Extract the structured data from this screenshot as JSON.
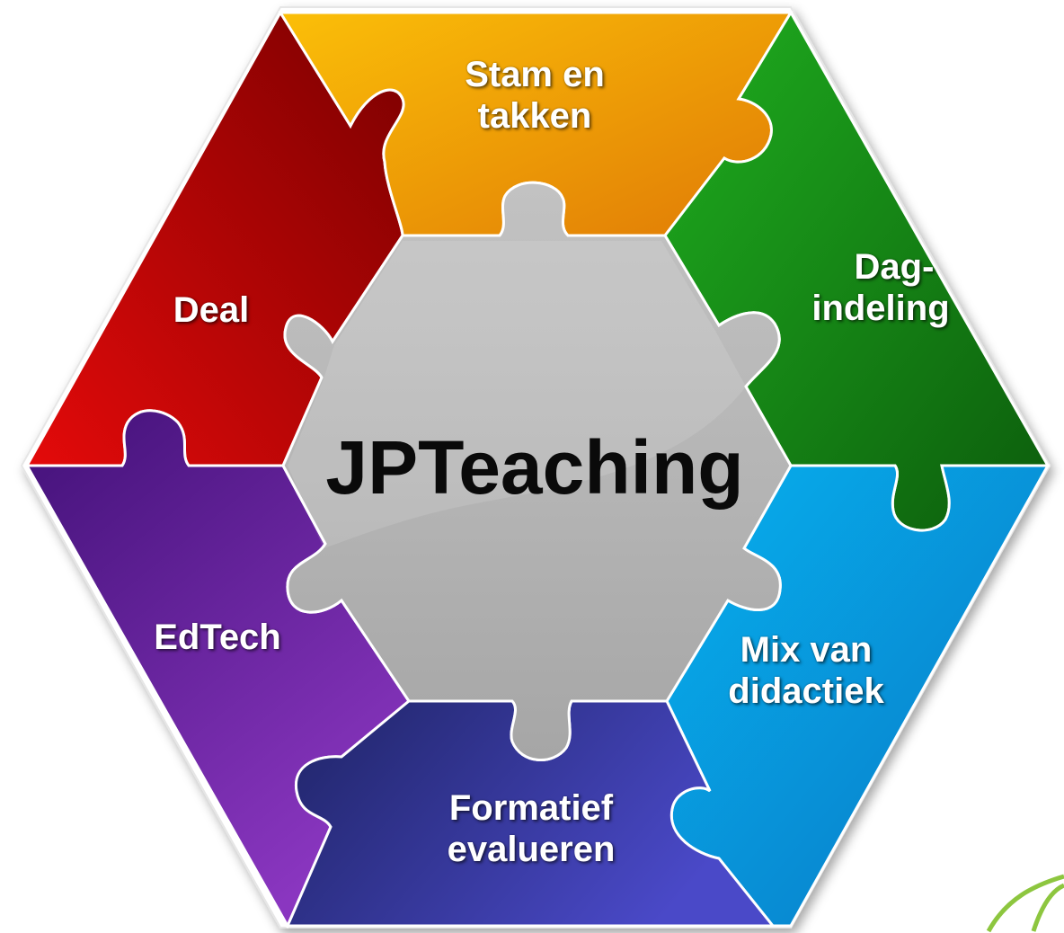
{
  "diagram": {
    "center": {
      "label": "JPTeaching",
      "color": "#b3b3b3"
    },
    "pieces": [
      {
        "id": "top",
        "label": "Stam en takken",
        "color_start": "#fbbf08",
        "color_end": "#e07a05"
      },
      {
        "id": "upper-right",
        "label": "Dag-indeling",
        "color_start": "#1fae1f",
        "color_end": "#0c5c0c"
      },
      {
        "id": "lower-right",
        "label": "Mix van didactiek",
        "color_start": "#07b0ee",
        "color_end": "#0877c4"
      },
      {
        "id": "bottom",
        "label": "Formatief evalueren",
        "color_start": "#1f2466",
        "color_end": "#4a49c8"
      },
      {
        "id": "lower-left",
        "label": "EdTech",
        "color_start": "#421178",
        "color_end": "#8a36c0"
      },
      {
        "id": "upper-left",
        "label": "Deal",
        "color_start": "#e40a0a",
        "color_end": "#7a0000"
      }
    ],
    "labels": {
      "top_line1": "Stam en",
      "top_line2": "takken",
      "ur_line1": "Dag-",
      "ur_line2": "indeling",
      "lr_line1": "Mix van",
      "lr_line2": "didactiek",
      "bot_line1": "Formatief",
      "bot_line2": "evalueren",
      "ll_line1": "EdTech",
      "ul_line1": "Deal"
    }
  }
}
